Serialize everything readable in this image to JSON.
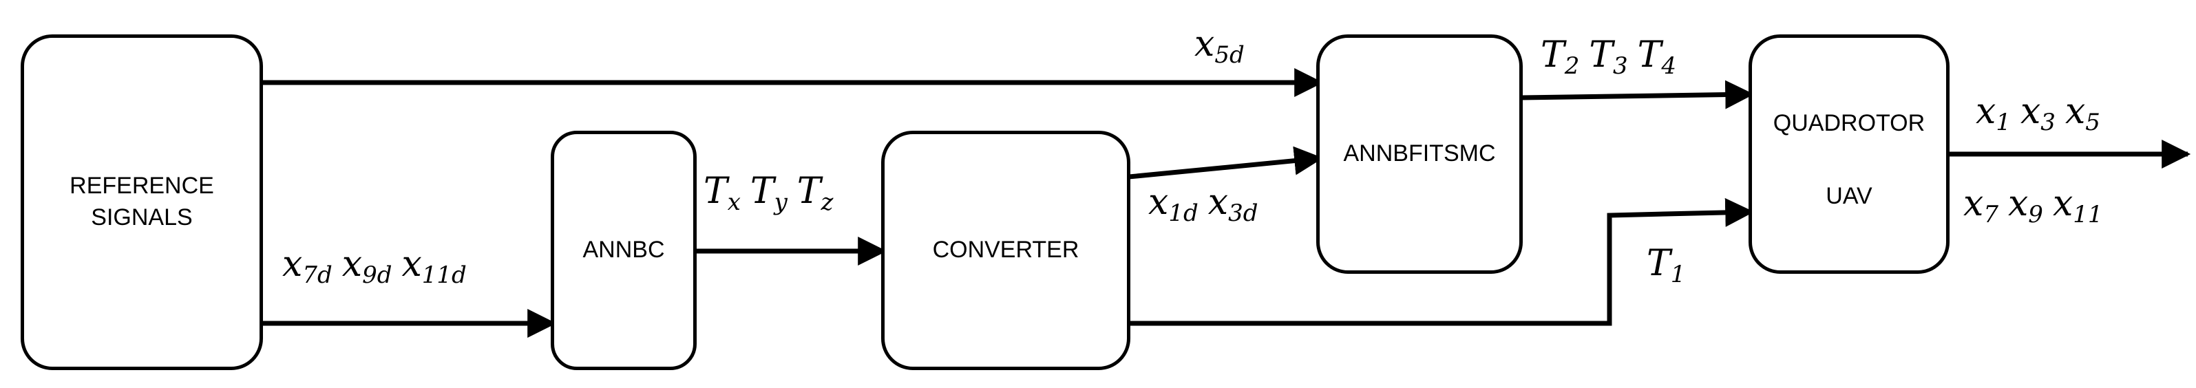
{
  "blocks": {
    "reference": {
      "lines": [
        "REFERENCE",
        "SIGNALS"
      ]
    },
    "annbc": {
      "label": "ANNBC"
    },
    "converter": {
      "label": "CONVERTER"
    },
    "annbfitsmc": {
      "label": "ANNBFITSMC"
    },
    "quadrotor": {
      "line1": "QUADROTOR",
      "line2": "UAV"
    }
  },
  "signals": {
    "x5d": {
      "base": "x",
      "sub": "5d"
    },
    "x7d_x9d_x11d": [
      {
        "base": "x",
        "sub": "7d"
      },
      {
        "base": "x",
        "sub": "9d"
      },
      {
        "base": "x",
        "sub": "11d"
      }
    ],
    "tx_ty_tz": [
      {
        "base": "T",
        "sub": "x"
      },
      {
        "base": "T",
        "sub": "y"
      },
      {
        "base": "T",
        "sub": "z"
      }
    ],
    "x1d_x3d": [
      {
        "base": "x",
        "sub": "1d"
      },
      {
        "base": "x",
        "sub": "3d"
      }
    ],
    "t2_t3_t4": [
      {
        "base": "T",
        "sub": "2"
      },
      {
        "base": "T",
        "sub": "3"
      },
      {
        "base": "T",
        "sub": "4"
      }
    ],
    "t1": {
      "base": "T",
      "sub": "1"
    },
    "x1_x3_x5": [
      {
        "base": "x",
        "sub": "1"
      },
      {
        "base": "x",
        "sub": "3"
      },
      {
        "base": "x",
        "sub": "5"
      }
    ],
    "x7_x9_x11": [
      {
        "base": "x",
        "sub": "7"
      },
      {
        "base": "x",
        "sub": "9"
      },
      {
        "base": "x",
        "sub": "11"
      }
    ]
  }
}
